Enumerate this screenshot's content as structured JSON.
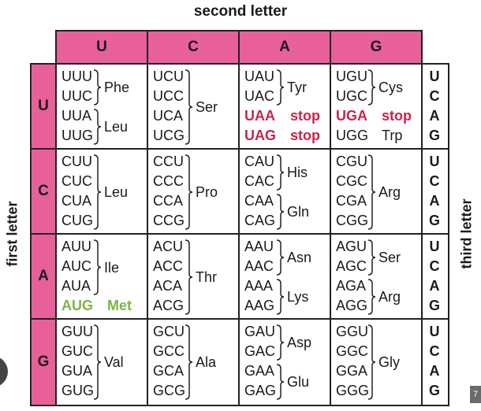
{
  "labels": {
    "top": "second letter",
    "left": "first letter",
    "right": "third letter"
  },
  "colors": {
    "header": "#e8609a",
    "stop": "#c8254a",
    "start": "#7cb342"
  },
  "second_letters": [
    "U",
    "C",
    "A",
    "G"
  ],
  "first_letters": [
    "U",
    "C",
    "A",
    "G"
  ],
  "third_letters": [
    "U",
    "C",
    "A",
    "G"
  ],
  "corner_number": "7",
  "cells": [
    [
      {
        "codons": [
          "UUU",
          "UUC",
          "UUA",
          "UUG"
        ],
        "groups": [
          {
            "rows": [
              0,
              1
            ],
            "label": "Phe"
          },
          {
            "rows": [
              2,
              3
            ],
            "label": "Leu"
          }
        ]
      },
      {
        "codons": [
          "UCU",
          "UCC",
          "UCA",
          "UCG"
        ],
        "groups": [
          {
            "rows": [
              0,
              3
            ],
            "label": "Ser"
          }
        ]
      },
      {
        "codons": [
          "UAU",
          "UAC",
          "UAA",
          "UAG"
        ],
        "groups": [
          {
            "rows": [
              0,
              1
            ],
            "label": "Tyr"
          }
        ],
        "specials": [
          {
            "row": 2,
            "label": "stop",
            "style": "stop"
          },
          {
            "row": 3,
            "label": "stop",
            "style": "stop"
          }
        ]
      },
      {
        "codons": [
          "UGU",
          "UGC",
          "UGA",
          "UGG"
        ],
        "groups": [
          {
            "rows": [
              0,
              1
            ],
            "label": "Cys"
          }
        ],
        "specials": [
          {
            "row": 2,
            "label": "stop",
            "style": "stop"
          },
          {
            "row": 3,
            "label": "Trp",
            "style": "plain"
          }
        ]
      }
    ],
    [
      {
        "codons": [
          "CUU",
          "CUC",
          "CUA",
          "CUG"
        ],
        "groups": [
          {
            "rows": [
              0,
              3
            ],
            "label": "Leu"
          }
        ]
      },
      {
        "codons": [
          "CCU",
          "CCC",
          "CCA",
          "CCG"
        ],
        "groups": [
          {
            "rows": [
              0,
              3
            ],
            "label": "Pro"
          }
        ]
      },
      {
        "codons": [
          "CAU",
          "CAC",
          "CAA",
          "CAG"
        ],
        "groups": [
          {
            "rows": [
              0,
              1
            ],
            "label": "His"
          },
          {
            "rows": [
              2,
              3
            ],
            "label": "Gln"
          }
        ]
      },
      {
        "codons": [
          "CGU",
          "CGC",
          "CGA",
          "CGG"
        ],
        "groups": [
          {
            "rows": [
              0,
              3
            ],
            "label": "Arg"
          }
        ]
      }
    ],
    [
      {
        "codons": [
          "AUU",
          "AUC",
          "AUA",
          "AUG"
        ],
        "groups": [
          {
            "rows": [
              0,
              2
            ],
            "label": "Ile"
          }
        ],
        "specials": [
          {
            "row": 3,
            "label": "Met",
            "style": "met"
          }
        ]
      },
      {
        "codons": [
          "ACU",
          "ACC",
          "ACA",
          "ACG"
        ],
        "groups": [
          {
            "rows": [
              0,
              3
            ],
            "label": "Thr"
          }
        ]
      },
      {
        "codons": [
          "AAU",
          "AAC",
          "AAA",
          "AAG"
        ],
        "groups": [
          {
            "rows": [
              0,
              1
            ],
            "label": "Asn"
          },
          {
            "rows": [
              2,
              3
            ],
            "label": "Lys"
          }
        ]
      },
      {
        "codons": [
          "AGU",
          "AGC",
          "AGA",
          "AGG"
        ],
        "groups": [
          {
            "rows": [
              0,
              1
            ],
            "label": "Ser"
          },
          {
            "rows": [
              2,
              3
            ],
            "label": "Arg"
          }
        ]
      }
    ],
    [
      {
        "codons": [
          "GUU",
          "GUC",
          "GUA",
          "GUG"
        ],
        "groups": [
          {
            "rows": [
              0,
              3
            ],
            "label": "Val"
          }
        ]
      },
      {
        "codons": [
          "GCU",
          "GCC",
          "GCA",
          "GCG"
        ],
        "groups": [
          {
            "rows": [
              0,
              3
            ],
            "label": "Ala"
          }
        ]
      },
      {
        "codons": [
          "GAU",
          "GAC",
          "GAA",
          "GAG"
        ],
        "groups": [
          {
            "rows": [
              0,
              1
            ],
            "label": "Asp"
          },
          {
            "rows": [
              2,
              3
            ],
            "label": "Glu"
          }
        ]
      },
      {
        "codons": [
          "GGU",
          "GGC",
          "GGA",
          "GGG"
        ],
        "groups": [
          {
            "rows": [
              0,
              3
            ],
            "label": "Gly"
          }
        ]
      }
    ]
  ]
}
